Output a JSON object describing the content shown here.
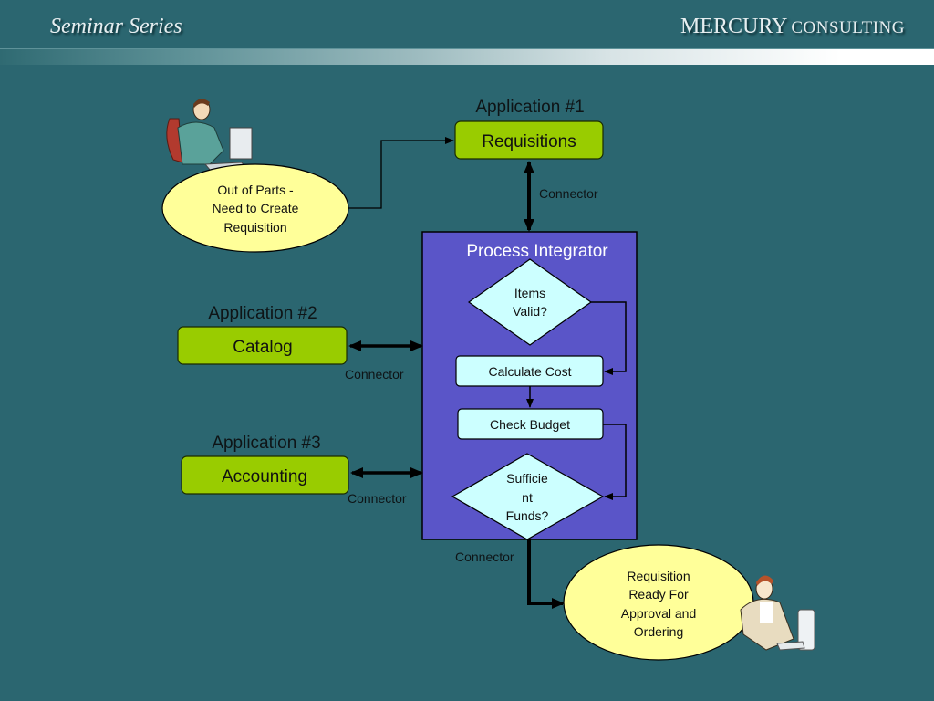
{
  "header": {
    "left_title": "Seminar Series",
    "brand_main": "MERCURY",
    "brand_sub": "CONSULTING"
  },
  "colors": {
    "background": "#2b6670",
    "app_box": "#99cc00",
    "integrator_box": "#5a55c8",
    "step_fill": "#ccffff",
    "ellipse_fill": "#ffff99"
  },
  "diagram": {
    "start_node": {
      "lines": [
        "Out of Parts -",
        "Need to Create",
        "Requisition"
      ],
      "icon": "person-at-computer-icon"
    },
    "app1": {
      "title": "Application #1",
      "label": "Requisitions",
      "connector": "Connector"
    },
    "app2": {
      "title": "Application #2",
      "label": "Catalog",
      "connector": "Connector"
    },
    "app3": {
      "title": "Application #3",
      "label": "Accounting",
      "connector": "Connector"
    },
    "integrator": {
      "title": "Process Integrator",
      "decision1": [
        "Items",
        "Valid?"
      ],
      "step1": "Calculate Cost",
      "step2": "Check Budget",
      "decision2": [
        "Sufficie",
        "nt",
        "Funds?"
      ]
    },
    "output_connector": "Connector",
    "end_node": {
      "lines": [
        "Requisition",
        "Ready For",
        "Approval and",
        "Ordering"
      ],
      "icon": "person-at-computer-icon"
    }
  }
}
